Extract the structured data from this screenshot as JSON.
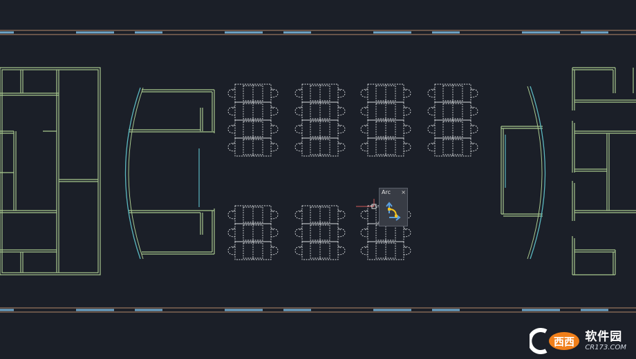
{
  "tooltip": {
    "title": "Arc",
    "close_glyph": "×",
    "icon": "arc-command-icon"
  },
  "watermark": {
    "logo_text": "西西",
    "cn_text": "软件园",
    "url": "CR173.COM",
    "logo_icon": "cr-logo-icon"
  },
  "colors": {
    "background": "#1b1f28",
    "wall": "#a9c98f",
    "curve": "#5bb8c0",
    "furniture": "#d9dcdf",
    "window_orange": "#b58a6a",
    "window_blue": "#6fa6c9",
    "crosshair": "#d35a5a"
  }
}
